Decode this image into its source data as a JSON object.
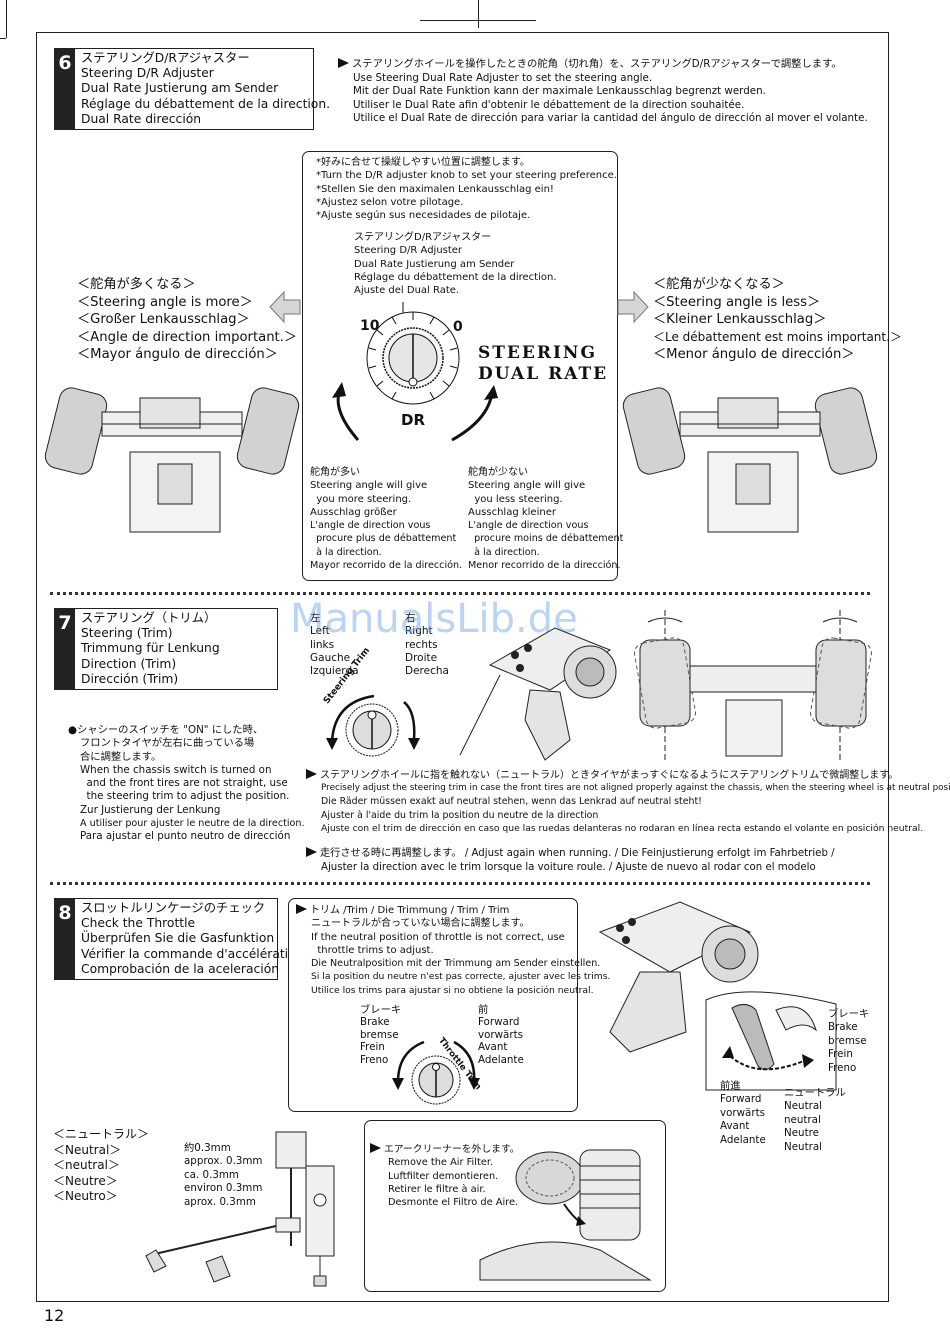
{
  "page_number": "12",
  "watermark": "ManualsLib.de",
  "section6": {
    "number": "6",
    "titles": [
      "ステアリングD/Rアジャスター",
      "Steering D/R Adjuster",
      "Dual Rate Justierung am Sender",
      "Réglage du débattement de la direction.",
      "Dual Rate dirección"
    ],
    "instructions": [
      "ステアリングホイールを操作したときの舵角（切れ角）を、ステアリングD/Rアジャスターで調整します。",
      "Use Steering Dual Rate Adjuster to set the steering angle.",
      "Mit der Dual Rate Funktion kann der maximale Lenkausschlag begrenzt werden.",
      "Utiliser le Dual Rate afin d'obtenir le débattement de la direction souhaitée.",
      "Utilice el Dual Rate de dirección para variar la cantidad del ángulo de dirección al mover el volante."
    ],
    "knob_notes": [
      "*好みに合せて操縦しやすい位置に調整します。",
      "*Turn the D/R adjuster knob to set your steering preference.",
      "*Stellen Sie den maximalen Lenkausschlag ein!",
      "*Ajustez selon votre pilotage.",
      "*Ajuste según sus necesidades de pilotaje."
    ],
    "adjuster_labels": [
      "ステアリングD/Rアジャスター",
      "Steering D/R Adjuster",
      "Dual Rate Justierung am Sender",
      "Réglage du débattement de la direction.",
      "Ajuste del Dual Rate."
    ],
    "knob": {
      "label_10": "10",
      "label_0": "0",
      "label_dr": "DR"
    },
    "brand_lines": [
      "STEERING",
      "DUAL RATE"
    ],
    "more_left": [
      "＜舵角が多くなる＞",
      "＜Steering angle is more＞",
      "＜Großer Lenkausschlag＞",
      "＜Angle de direction important.＞",
      "＜Mayor ángulo de dirección＞"
    ],
    "less_right": [
      "＜舵角が少なくなる＞",
      "＜Steering angle is less＞",
      "＜Kleiner Lenkausschlag＞",
      "＜Le débattement est moins important.＞",
      "＜Menor ángulo de dirección＞"
    ],
    "more_text": [
      "舵角が多い",
      "Steering angle will give",
      "  you more steering.",
      "Ausschlag größer",
      "L'angle de direction vous",
      "  procure plus de débattement",
      "  à la direction.",
      "Mayor recorrido de la dirección."
    ],
    "less_text": [
      "舵角が少ない",
      "Steering angle will give",
      "  you less steering.",
      "Ausschlag kleiner",
      "L'angle de direction vous",
      "  procure moins de débattement",
      "  à la direction.",
      "Menor recorrido de la dirección."
    ]
  },
  "section7": {
    "number": "7",
    "titles": [
      "ステアリング（トリム）",
      "Steering (Trim)",
      "Trimmung für Lenkung",
      "Direction (Trim)",
      "Dirección (Trim)"
    ],
    "left_labels": [
      "左",
      "Left",
      "links",
      "Gauche",
      "Izquierda"
    ],
    "right_labels": [
      "右",
      "Right",
      "rechts",
      "Droite",
      "Derecha"
    ],
    "trim_label": "Steering Trim",
    "chassis_note": [
      "シャシーのスイッチを \"ON\" にした時、",
      "フロントタイヤが左右に曲っている場",
      "合に調整します。",
      "When the chassis switch is turned on",
      "  and the front tires are not straight, use",
      "  the steering trim to adjust the position.",
      "Zur Justierung der Lenkung",
      "A utiliser pour ajuster le neutre de la direction.",
      "Para ajustar el punto neutro de dirección"
    ],
    "instructions": [
      "ステアリングホイールに指を触れない（ニュートラル）ときタイヤがまっすぐになるようにステアリングトリムで微調整します。",
      "Precisely adjust the steering trim in case the front tires are not aligned properly against the chassis, when the steering wheel is at neutral position.",
      "Die Räder müssen exakt auf neutral stehen, wenn das Lenkrad auf neutral steht!",
      "Ajuster à l'aide du trim la position du neutre de la direction",
      "Ajuste con el trim de dirección en caso que las ruedas delanteras no rodaran en línea recta estando el volante en posición neutral."
    ],
    "running_note": [
      "走行させる時に再調整します。 /   Adjust again when running. / Die Feinjustierung erfolgt im Fahrbetrieb /",
      "Ajuster la direction avec le trim lorsque la voiture roule. / Ajuste de nuevo al rodar con el modelo"
    ]
  },
  "section8": {
    "number": "8",
    "titles": [
      "スロットルリンケージのチェック",
      "Check the Throttle",
      "Überprüfen Sie die Gasfunktion",
      "Vérifier la commande d'accélération",
      "Comprobación de la aceleración"
    ],
    "trim_heading": "トリム /Trim / Die Trimmung / Trim / Trim",
    "trim_text": [
      "ニュートラルが合っていない場合に調整します。",
      "If the neutral position of throttle is not correct, use",
      "  throttle trims to adjust.",
      "Die Neutralposition mit der Trimmung am Sender einstellen.",
      "Si la position du neutre n'est pas correcte, ajuster avec les trims.",
      "Utilice los trims para ajustar si no obtiene la posición neutral."
    ],
    "brake_labels": [
      "ブレーキ",
      "Brake",
      "bremse",
      "Frein",
      "Freno"
    ],
    "forward_labels": [
      "前",
      "Forward",
      "vorwärts",
      "Avant",
      "Adelante"
    ],
    "throttle_trim_label": "Throttle Trim",
    "brake_right": [
      "ブレーキ",
      "Brake",
      "bremse",
      "Frein",
      "Freno"
    ],
    "forward_bottom": [
      "前進",
      "Forward",
      "vorwärts",
      "Avant",
      "Adelante"
    ],
    "neutral_right": [
      "ニュートラル",
      "Neutral",
      "neutral",
      "Neutre",
      "Neutral"
    ],
    "neutral_left": [
      "＜ニュートラル＞",
      "＜Neutral＞",
      "＜neutral＞",
      "＜Neutre＞",
      "＜Neutro＞"
    ],
    "approx": [
      "約0.3mm",
      "approx. 0.3mm",
      "ca. 0.3mm",
      "environ 0.3mm",
      "aprox. 0.3mm"
    ],
    "air_filter": [
      "エアークリーナーを外します。",
      "Remove the Air Filter.",
      "Luftfilter demontieren.",
      "Retirer le filtre à air.",
      "Desmonte el Filtro de Aire."
    ]
  }
}
